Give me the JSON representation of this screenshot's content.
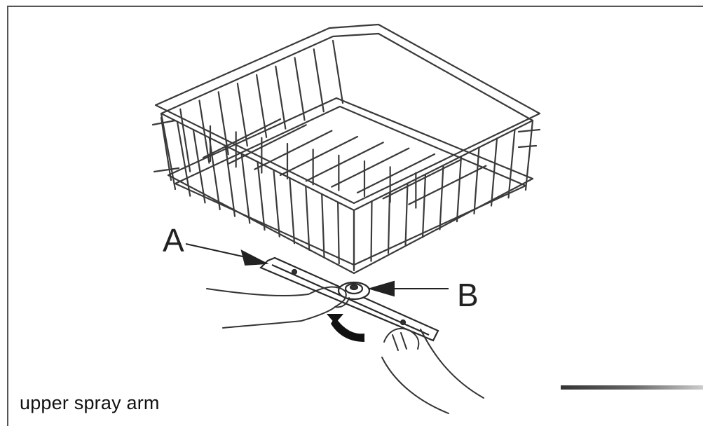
{
  "callouts": {
    "a": "A",
    "b": "B"
  },
  "caption": "upper spray arm",
  "colors": {
    "line": "#333333",
    "frame": "#555555",
    "background": "#ffffff"
  }
}
